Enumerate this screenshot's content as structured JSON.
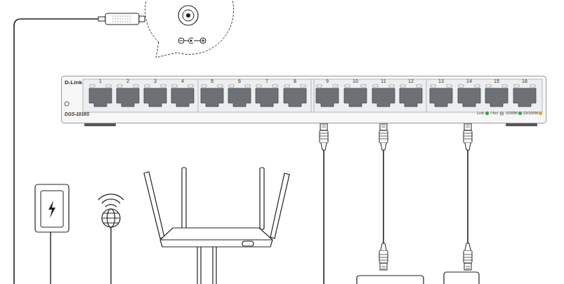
{
  "diagram": {
    "nodes": [
      {
        "text": [
          "D-Link",
          "DGS-1016S"
        ]
      }
    ],
    "labels": [
      "1",
      "2",
      "3",
      "4",
      "5",
      "6",
      "7",
      "8",
      "9",
      "10",
      "11",
      "12",
      "13",
      "14",
      "15",
      "16",
      "Link",
      "/ Act"
    ],
    "legend": [
      {
        "text": "1000M",
        "color": "#2ea836"
      },
      {
        "text": "10/100M",
        "color": "#f29b1d"
      }
    ]
  }
}
